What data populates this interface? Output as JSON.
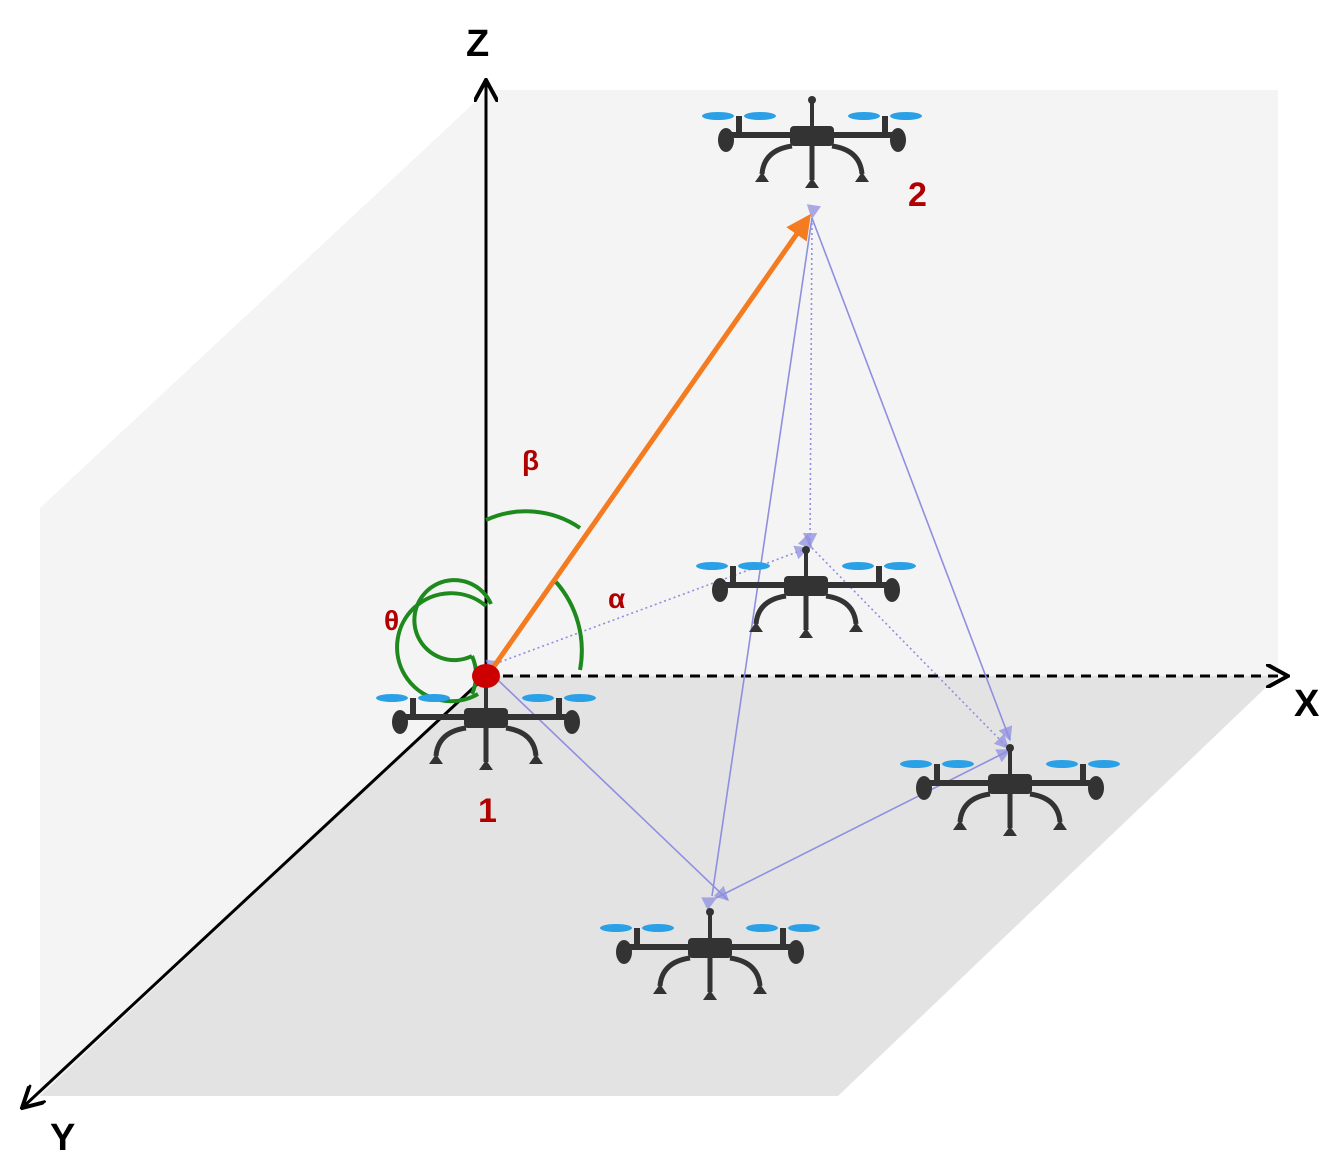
{
  "axes": {
    "x_label": "X",
    "y_label": "Y",
    "z_label": "Z"
  },
  "angles": {
    "theta": "θ",
    "beta": "β",
    "alpha": "α"
  },
  "uav_labels": {
    "uav1": "1",
    "uav2": "2"
  },
  "colors": {
    "vertical_plane": "#f4f4f4",
    "ground_plane": "#e4e4e4",
    "axis": "#000000",
    "vector": "#f47b20",
    "angle_arc": "#1e8a1e",
    "label": "#b00000",
    "link": "#8f8fe0",
    "drone_body": "#333333",
    "propeller": "#2aa0e6"
  },
  "icons": [
    "drone-icon",
    "origin-dot-icon",
    "arrowhead-icon"
  ]
}
